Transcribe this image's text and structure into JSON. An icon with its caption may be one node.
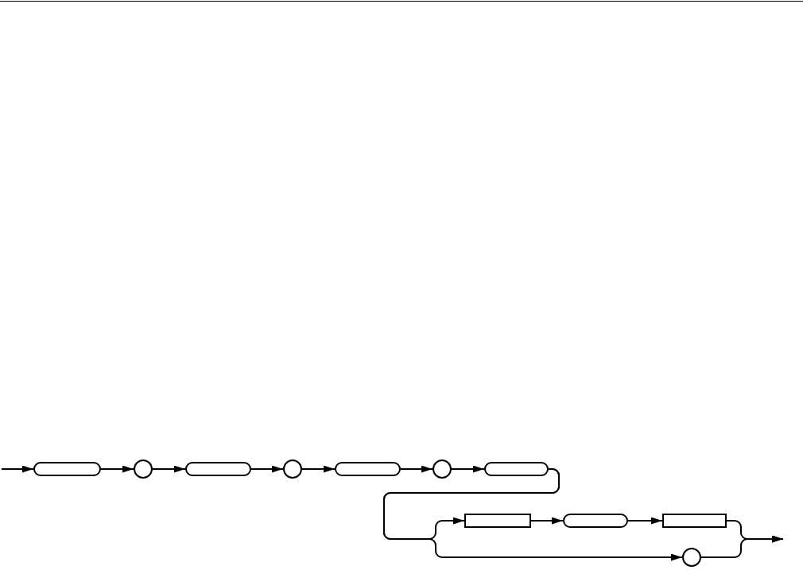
{
  "diagram": {
    "nodes": [
      {
        "text": [],
        "shape": "pill"
      },
      {
        "text": [],
        "shape": "circle"
      },
      {
        "text": [],
        "shape": "pill"
      },
      {
        "text": [],
        "shape": "circle"
      },
      {
        "text": [],
        "shape": "pill"
      },
      {
        "text": [],
        "shape": "circle"
      },
      {
        "text": [],
        "shape": "pill"
      },
      {
        "text": [],
        "shape": "box"
      },
      {
        "text": [],
        "shape": "pill"
      },
      {
        "text": [],
        "shape": "box"
      },
      {
        "text": [],
        "shape": "circle"
      }
    ],
    "edges": [
      {
        "from": null,
        "to": 0,
        "arrow": "to"
      },
      {
        "from": 0,
        "to": 1,
        "arrow": "to"
      },
      {
        "from": 1,
        "to": 2,
        "arrow": "to"
      },
      {
        "from": 2,
        "to": 3,
        "arrow": "to"
      },
      {
        "from": 3,
        "to": 4,
        "arrow": "to"
      },
      {
        "from": 4,
        "to": 5,
        "arrow": "to"
      },
      {
        "from": 5,
        "to": 6,
        "arrow": "to"
      },
      {
        "from": 6,
        "to": 7,
        "arrow": "to"
      },
      {
        "from": 7,
        "to": 8,
        "arrow": "to"
      },
      {
        "from": 8,
        "to": 9,
        "arrow": "to"
      },
      {
        "from": 6,
        "to": 10,
        "arrow": "to"
      },
      {
        "from": 9,
        "to": null,
        "arrow": "to"
      },
      {
        "from": 10,
        "to": null,
        "arrow": "to"
      }
    ]
  }
}
